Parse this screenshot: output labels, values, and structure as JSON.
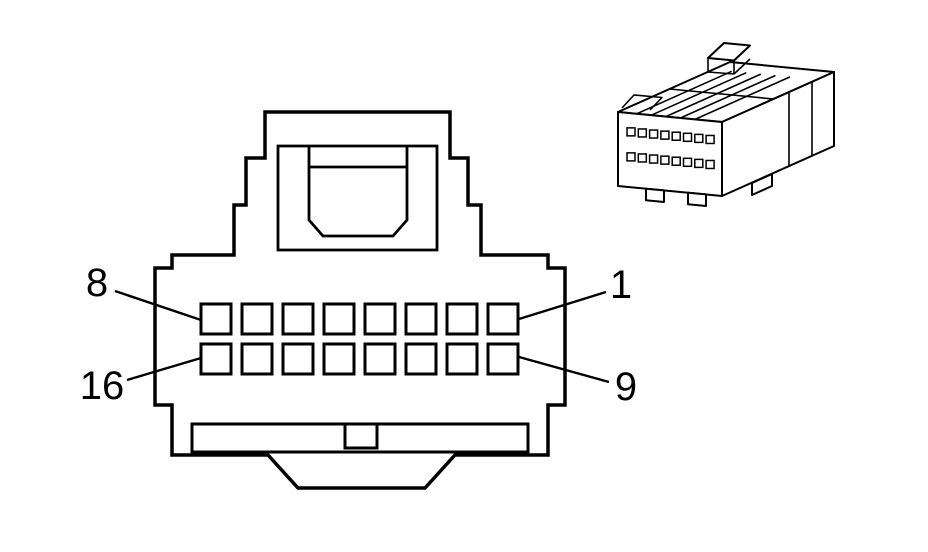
{
  "figure": {
    "type": "connector-pinout-diagram",
    "description": "16-way electrical connector: front (mating face) view with pin numbering and isometric housing view",
    "colors": {
      "line": "#000000",
      "background": "#ffffff"
    },
    "front_view": {
      "pin_rows": 2,
      "pin_cols": 8,
      "pin_count": 16
    },
    "iso_view": {
      "terminal_rows": 2,
      "terminal_cols": 8
    },
    "labels": {
      "top_left": "8",
      "top_right": "1",
      "bottom_left": "16",
      "bottom_right": "9"
    }
  }
}
